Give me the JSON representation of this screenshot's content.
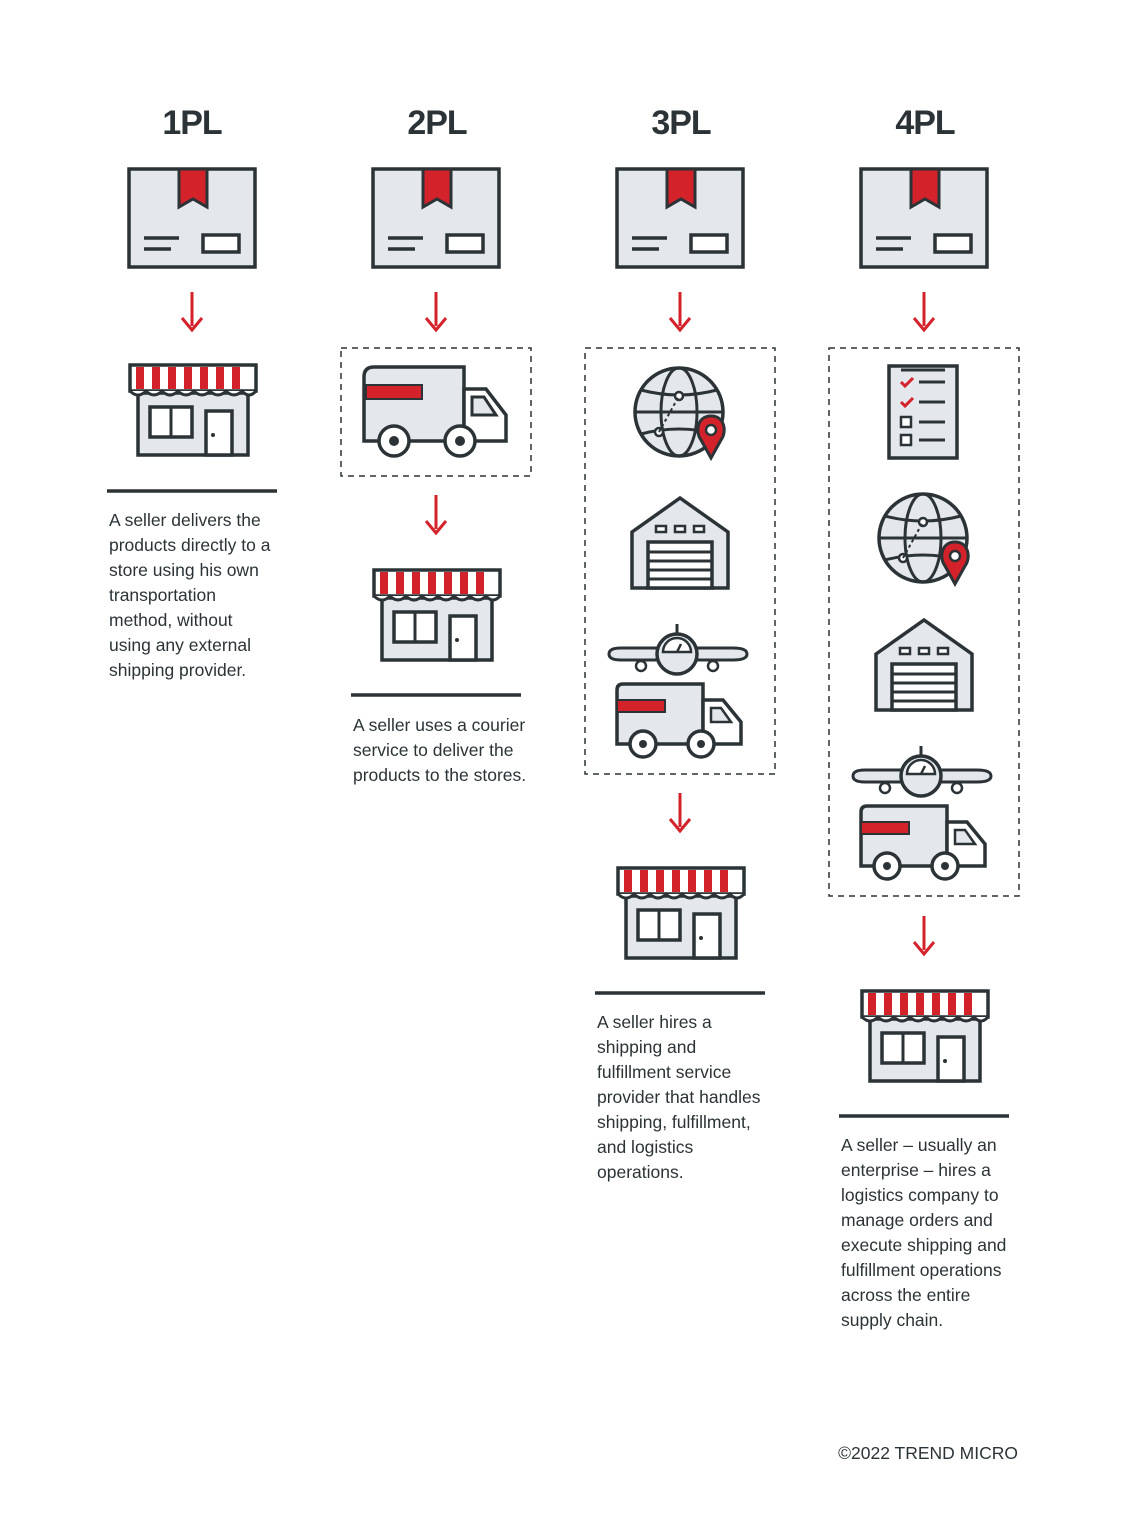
{
  "columns": [
    {
      "title": "1PL",
      "description": "A seller delivers the products directly to a store using his own transportation method, without using any external shipping provider."
    },
    {
      "title": "2PL",
      "description": "A seller uses a courier service to deliver the products to the stores."
    },
    {
      "title": "3PL",
      "description": "A seller hires a shipping and fulfillment service provider that handles shipping, fulfillment, and logistics operations."
    },
    {
      "title": "4PL",
      "description": "A seller – usually an enterprise – hires a logistics company to manage orders and execute shipping and fulfillment operations across the entire supply chain."
    }
  ],
  "footer": {
    "copyright": "©2022 TREND MICRO"
  },
  "colors": {
    "accent": "#d3222a",
    "stroke": "#2b3336",
    "fill": "#e4e8ec"
  },
  "icons": [
    "package-icon",
    "arrow-down-icon",
    "storefront-icon",
    "delivery-truck-icon",
    "globe-location-icon",
    "warehouse-icon",
    "airplane-truck-icon",
    "checklist-icon"
  ]
}
